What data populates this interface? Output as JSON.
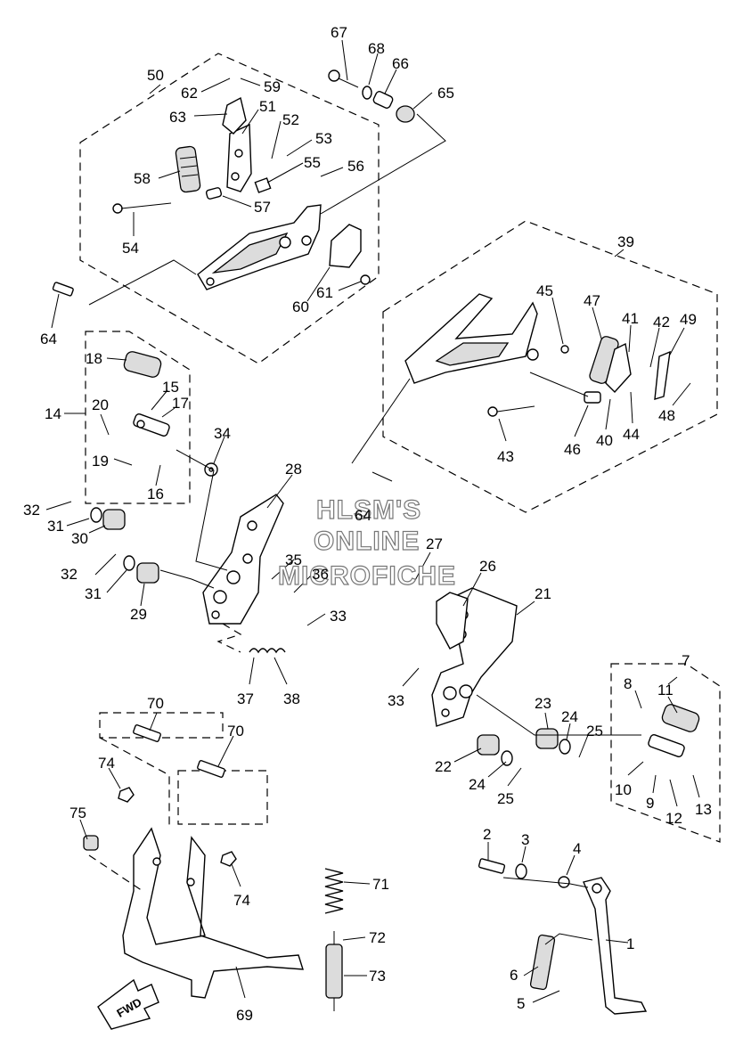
{
  "watermark": {
    "line1": "HLSM'S",
    "line2": "ONLINE",
    "line3": "MICROFICHE"
  },
  "fwd_label": "FWD",
  "callouts": {
    "c1": "1",
    "c2": "2",
    "c3": "3",
    "c4": "4",
    "c5": "5",
    "c6": "6",
    "c7": "7",
    "c8": "8",
    "c9": "9",
    "c10": "10",
    "c11": "11",
    "c12": "12",
    "c13": "13",
    "c14": "14",
    "c15": "15",
    "c16": "16",
    "c17": "17",
    "c18": "18",
    "c19": "19",
    "c20": "20",
    "c21": "21",
    "c22": "22",
    "c23": "23",
    "c24a": "24",
    "c24b": "24",
    "c25a": "25",
    "c25b": "25",
    "c26": "26",
    "c27": "27",
    "c28": "28",
    "c29": "29",
    "c30": "30",
    "c31a": "31",
    "c31b": "31",
    "c32a": "32",
    "c32b": "32",
    "c33a": "33",
    "c33b": "33",
    "c34": "34",
    "c35": "35",
    "c36": "36",
    "c37": "37",
    "c38": "38",
    "c39": "39",
    "c40": "40",
    "c41": "41",
    "c42": "42",
    "c43": "43",
    "c44": "44",
    "c45": "45",
    "c46": "46",
    "c47": "47",
    "c48": "48",
    "c49": "49",
    "c50": "50",
    "c51": "51",
    "c52": "52",
    "c53": "53",
    "c54": "54",
    "c55": "55",
    "c56": "56",
    "c57": "57",
    "c58": "58",
    "c59": "59",
    "c60": "60",
    "c61": "61",
    "c62": "62",
    "c63": "63",
    "c64a": "64",
    "c64b": "64",
    "c65": "65",
    "c66": "66",
    "c67": "67",
    "c68": "68",
    "c69": "69",
    "c70a": "70",
    "c70b": "70",
    "c71": "71",
    "c72": "72",
    "c73": "73",
    "c74a": "74",
    "c74b": "74",
    "c75": "75"
  }
}
